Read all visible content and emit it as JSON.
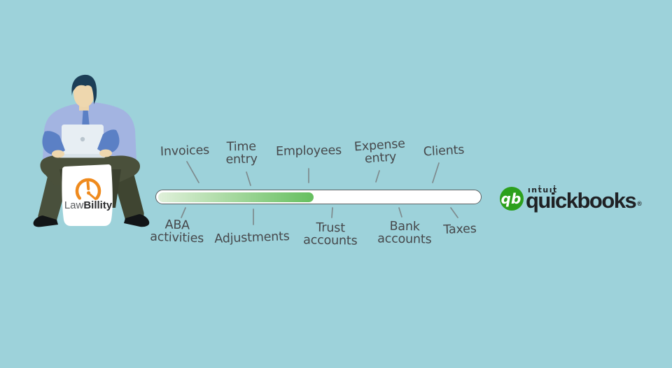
{
  "canvas": {
    "background": "#9dd2da"
  },
  "illustration": {
    "description": "man sitting with laptop holding a bag",
    "bag": {
      "brand_prefix": "Law",
      "brand_suffix": "Billity",
      "icon": "timer-gauge-icon",
      "accent_orange": "#ef8a1d"
    }
  },
  "progress_bar": {
    "percent_filled": 48,
    "track_color": "#ffffff",
    "border_color": "#5d6163",
    "fill_start_color": "#e0f0da",
    "fill_end_color": "#66bf5f",
    "labels_top": [
      {
        "text": "Invoices"
      },
      {
        "text": "Time\nentry"
      },
      {
        "text": "Employees"
      },
      {
        "text": "Expense\nentry"
      },
      {
        "text": "Clients"
      }
    ],
    "labels_bottom": [
      {
        "text": "ABA\nactivities"
      },
      {
        "text": "Adjustments"
      },
      {
        "text": "Trust\naccounts"
      },
      {
        "text": "Bank\naccounts"
      },
      {
        "text": "Taxes"
      }
    ]
  },
  "quickbooks": {
    "monogram": "qb",
    "intuit_wordmark": "ınṫuıṫ",
    "product_wordmark": "quickbooks",
    "registered_mark": "®",
    "brand_green": "#2ca01c",
    "text_color": "#1f2124"
  }
}
